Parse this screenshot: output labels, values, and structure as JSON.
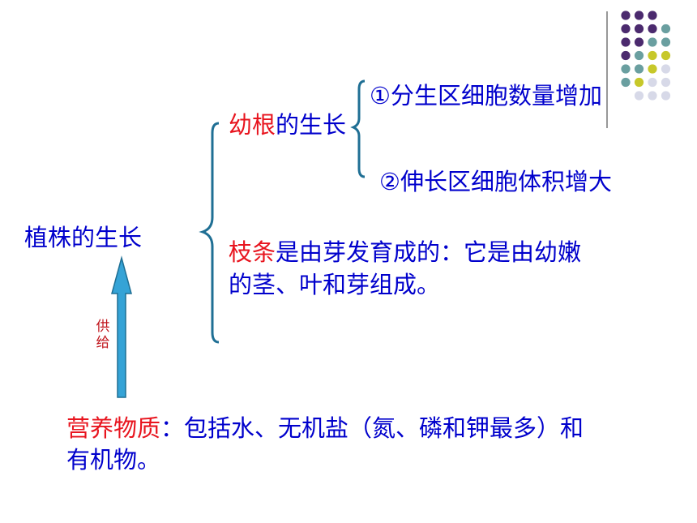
{
  "root": {
    "label": "植株的生长"
  },
  "root_growth": {
    "red": "幼根",
    "rest": "的生长"
  },
  "root_growth_items": [
    {
      "text": "①分生区细胞数量增加"
    },
    {
      "text": "②伸长区细胞体积增大"
    }
  ],
  "branch": {
    "red": "枝条",
    "rest_line1": "是由芽发育成的：它是由幼嫩",
    "rest_line2": "的茎、叶和芽组成。"
  },
  "arrow": {
    "label": "供给"
  },
  "nutrients": {
    "red": "营养物质",
    "rest_line1": "：包括水、无机盐（氮、磷和钾最多）和",
    "rest_line2": "有机物。"
  },
  "colors": {
    "text_blue": "#0000cc",
    "highlight_red": "#e8141e",
    "label_red": "#c0151c",
    "bracket": "#1f6f94",
    "arrow_fill": "#35a3d6",
    "arrow_stroke": "#1f6f94",
    "dot_purple": "#4b2a6e",
    "dot_teal": "#6a9fa0",
    "dot_yellow": "#c7c82a",
    "dot_light": "#d7d9e8"
  }
}
